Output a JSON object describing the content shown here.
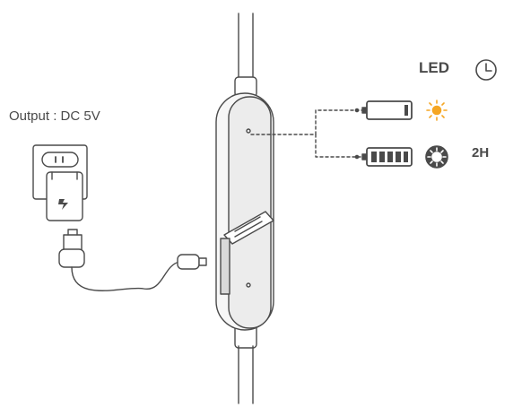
{
  "labels": {
    "output": "Output : DC 5V",
    "led": "LED",
    "charge_time": "2H"
  },
  "indicators": [
    {
      "battery": "charging",
      "led_state": "on",
      "led_color": "#f5a623"
    },
    {
      "battery": "full",
      "led_state": "off",
      "led_color": "#4a4a4a"
    }
  ],
  "icons": [
    "clock-icon",
    "wall-charger-icon",
    "lightning-icon",
    "usb-a-plug-icon",
    "micro-usb-plug-icon",
    "battery-empty-icon",
    "battery-full-icon",
    "sun-icon",
    "led-off-icon"
  ],
  "colors": {
    "line": "#4a4a4a",
    "body": "#ececec",
    "led_on": "#f5a623",
    "label": "#4a4a4a"
  }
}
